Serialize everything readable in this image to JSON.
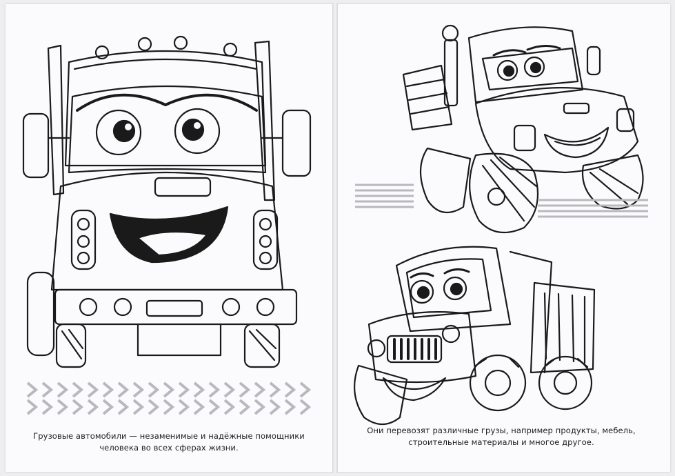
{
  "left_page": {
    "caption_line1": "Грузовые автомобили — незаменимые и надёжные помощники",
    "caption_line2": "человека во всех сферах жизни."
  },
  "right_page": {
    "caption_line1": "Они перевозят различные грузы, например продукты, мебель,",
    "caption_line2": "строительные материалы и многое другое."
  },
  "colors": {
    "ink": "#1a1a1a",
    "tire_tracks": "#b9b9bd",
    "paper": "#fbfbfd"
  }
}
